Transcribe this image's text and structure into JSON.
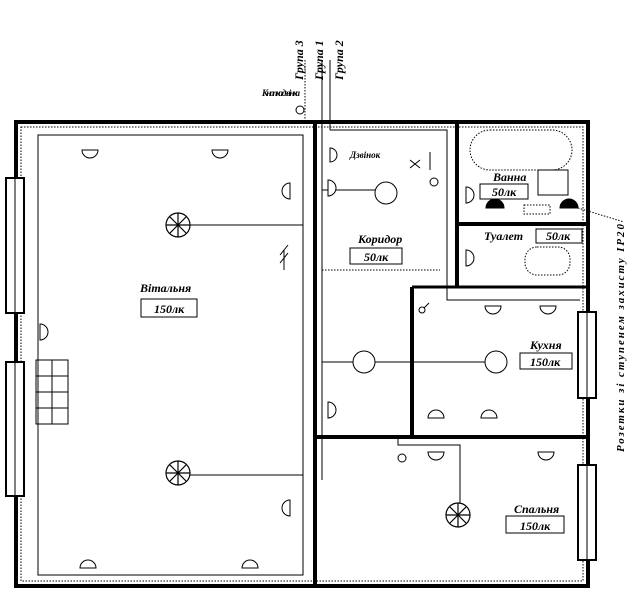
{
  "groups": [
    "Група 3",
    "Група 1",
    "Група 2"
  ],
  "bell_button_label": "Кнопка дзвінка",
  "bell_label": "Дзвінок",
  "rooms": {
    "living": {
      "name": "Вітальня",
      "lux": "150лк"
    },
    "corridor": {
      "name": "Коридор",
      "lux": "50лк"
    },
    "bath": {
      "name": "Ванна",
      "lux": "50лк"
    },
    "toilet": {
      "name": "Туалет",
      "lux": "50лк"
    },
    "kitchen": {
      "name": "Кухня",
      "lux": "150лк"
    },
    "bedroom": {
      "name": "Спальня",
      "lux": "150лк"
    }
  },
  "socket_note": "Розетки зі ступенем захисту IP20"
}
